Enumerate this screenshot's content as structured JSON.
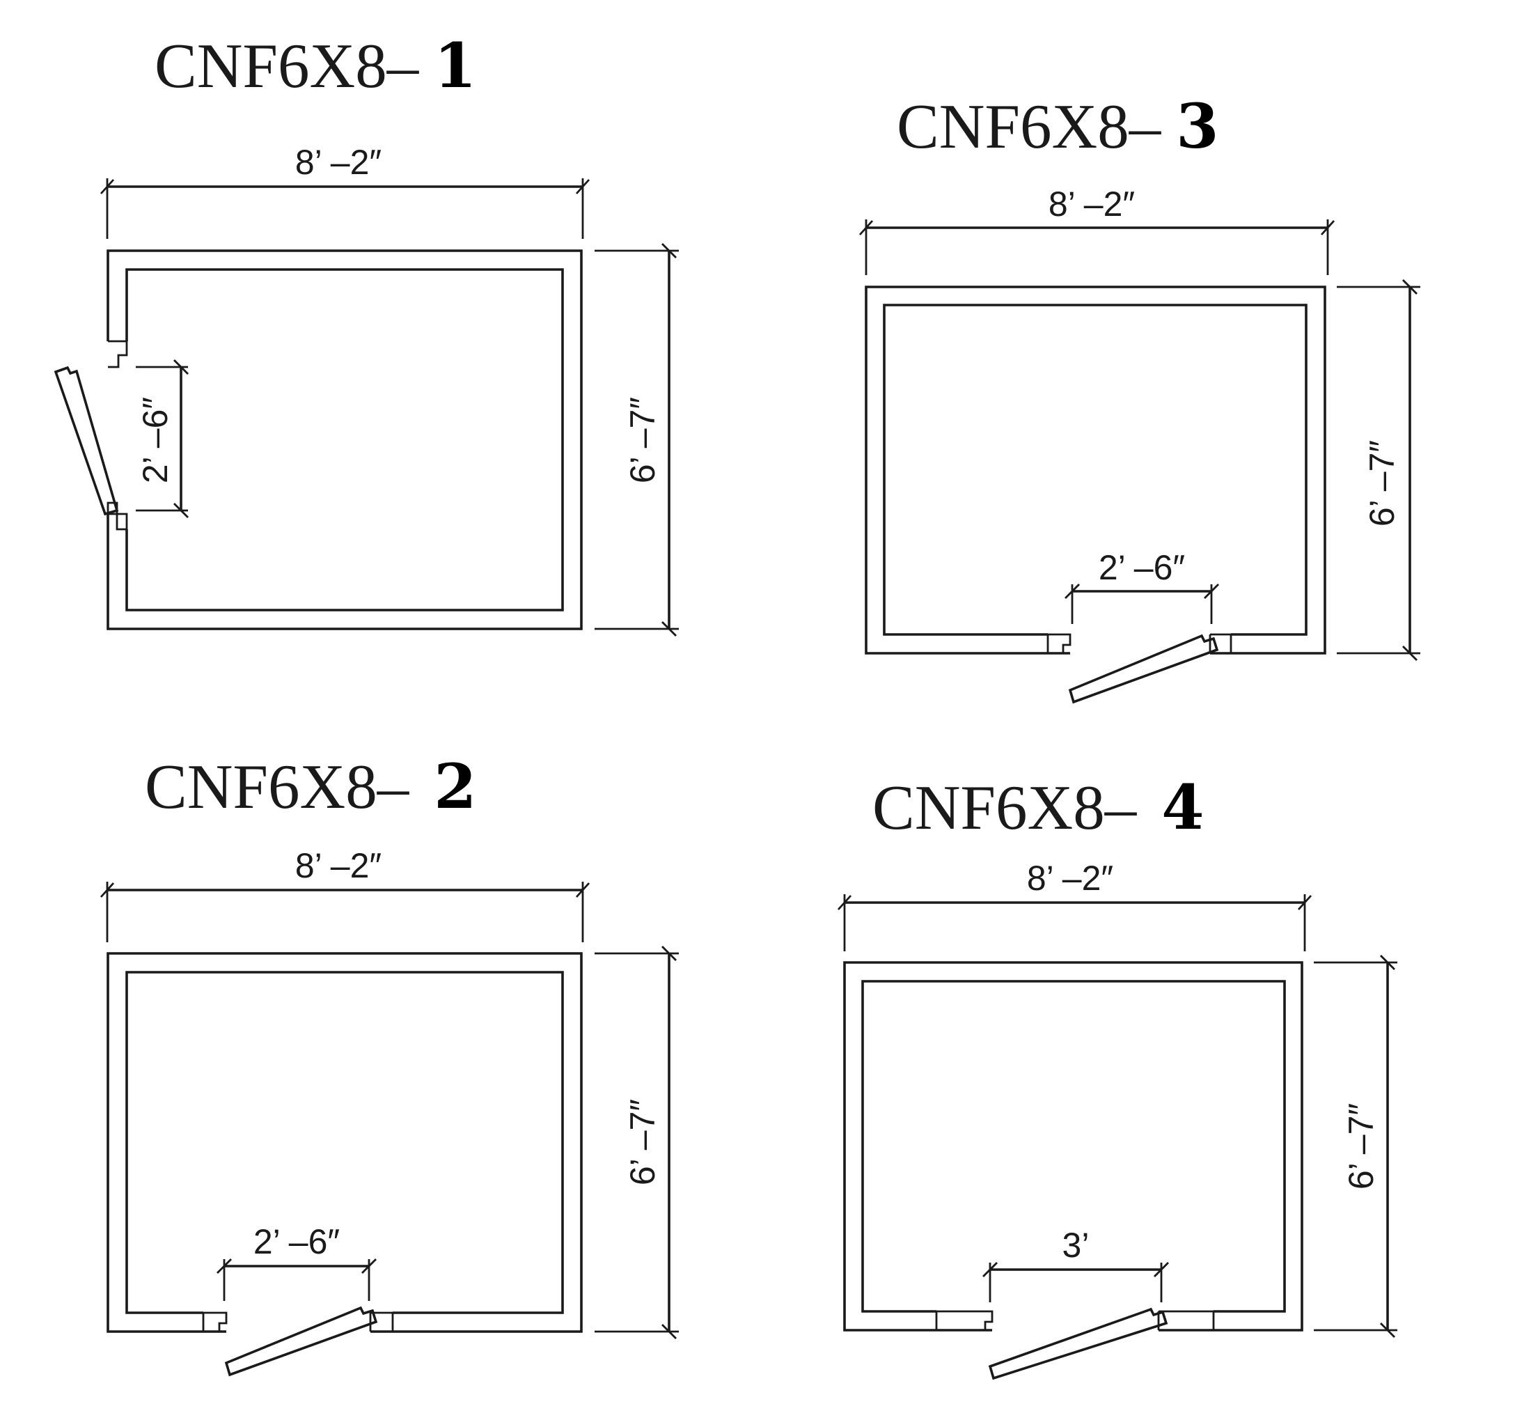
{
  "plans": [
    {
      "title_prefix": "CNF6X8–",
      "title_number": "1",
      "width_label": "8’ –2″",
      "depth_label": "6’ –7″",
      "door_label": "2’ –6″",
      "door_side": "left"
    },
    {
      "title_prefix": "CNF6X8–",
      "title_number": "2",
      "width_label": "8’ –2″",
      "depth_label": "6’ –7″",
      "door_label": "2’ –6″",
      "door_side": "bottom"
    },
    {
      "title_prefix": "CNF6X8–",
      "title_number": "3",
      "width_label": "8’ –2″",
      "depth_label": "6’ –7″",
      "door_label": "2’ –6″",
      "door_side": "bottom"
    },
    {
      "title_prefix": "CNF6X8–",
      "title_number": "4",
      "width_label": "8’ –2″",
      "depth_label": "6’ –7″",
      "door_label": "3’",
      "door_side": "bottom"
    }
  ]
}
